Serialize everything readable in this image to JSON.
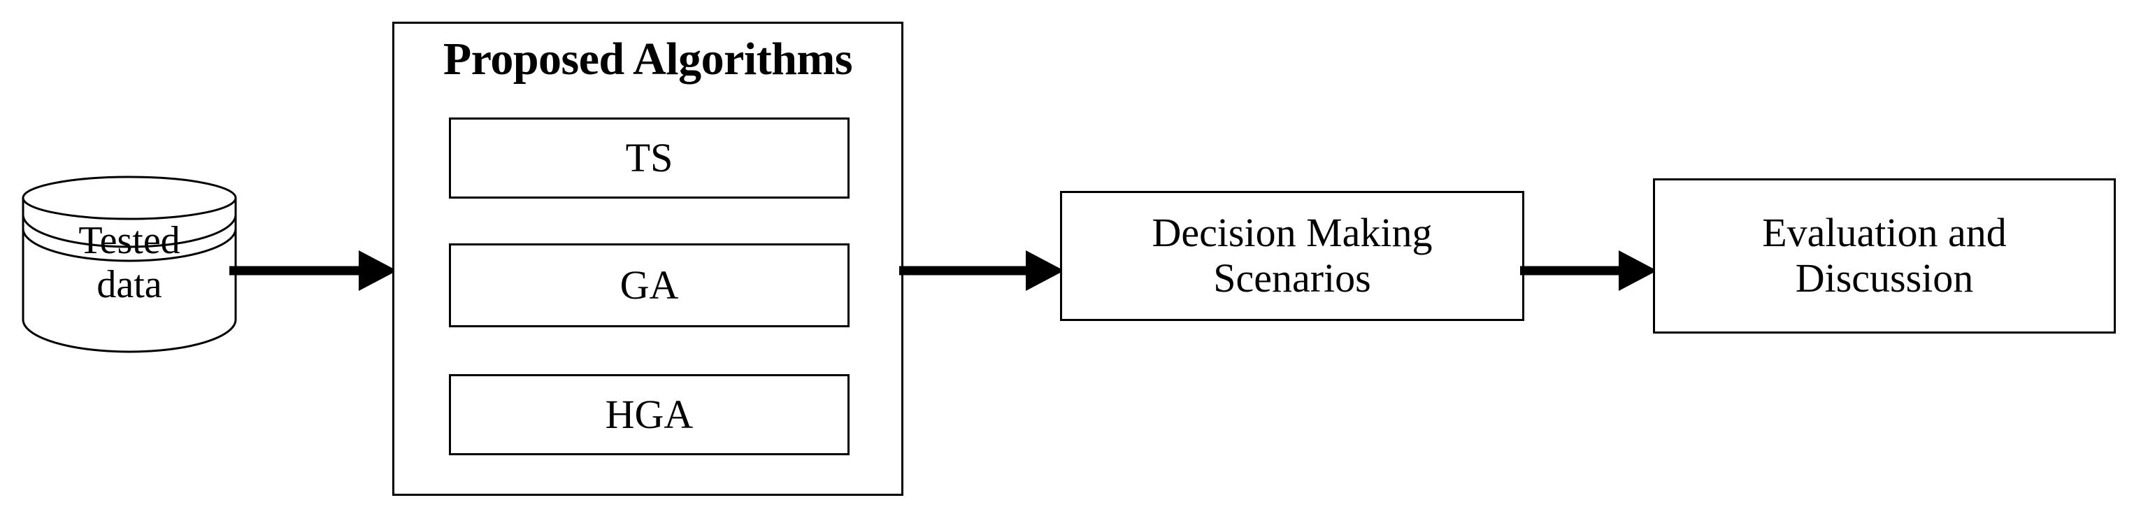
{
  "diagram": {
    "title": "Research Methodology Flowchart",
    "background_color": "#ffffff",
    "line_color": "#000000"
  },
  "database": {
    "icon": "database-cylinder-icon",
    "line1": "Tested",
    "line2": "data"
  },
  "algorithms": {
    "title": "Proposed Algorithms",
    "boxes": [
      {
        "label": "TS"
      },
      {
        "label": "GA"
      },
      {
        "label": "HGA"
      }
    ]
  },
  "decision": {
    "line1": "Decision Making",
    "line2": "Scenarios"
  },
  "evaluation": {
    "line1": "Evaluation and",
    "line2": "Discussion"
  },
  "arrows": [
    {
      "name": "data-to-algorithms",
      "from": "Tested data",
      "to": "Proposed Algorithms"
    },
    {
      "name": "algorithms-to-decision",
      "from": "Proposed Algorithms",
      "to": "Decision Making Scenarios"
    },
    {
      "name": "decision-to-evaluation",
      "from": "Decision Making Scenarios",
      "to": "Evaluation and Discussion"
    }
  ]
}
